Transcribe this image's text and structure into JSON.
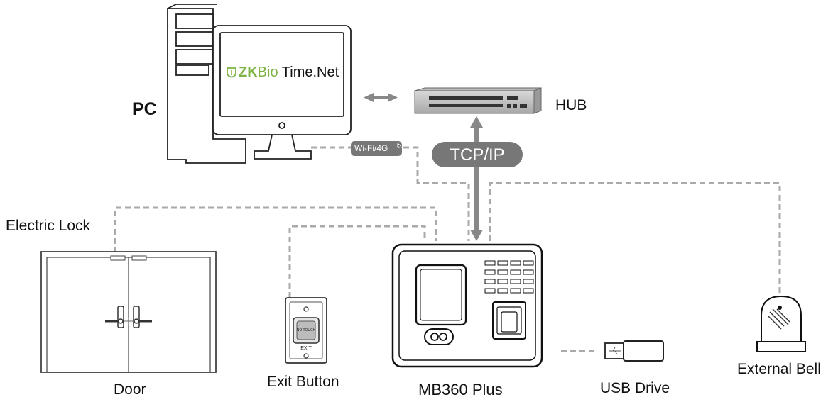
{
  "software": {
    "brand_zk": "ZK",
    "brand_bio": "Bio",
    "brand_rest": " Time.Net"
  },
  "labels": {
    "pc": "PC",
    "hub": "HUB",
    "tcpip": "TCP/IP",
    "wifi": "Wi-Fi/4G",
    "electric_lock": "Electric Lock",
    "door": "Door",
    "exit_button": "Exit Button",
    "device": "MB360 Plus",
    "usb_drive": "USB Drive",
    "external_bell": "External Bell"
  },
  "exit_button_text": {
    "no_touch": "NO TOUCH",
    "exit": "EXIT"
  },
  "colors": {
    "brand_green": "#7cb342",
    "badge_gray": "#777777",
    "dash_gray": "#aaaaaa",
    "arrow_gray": "#888888"
  }
}
